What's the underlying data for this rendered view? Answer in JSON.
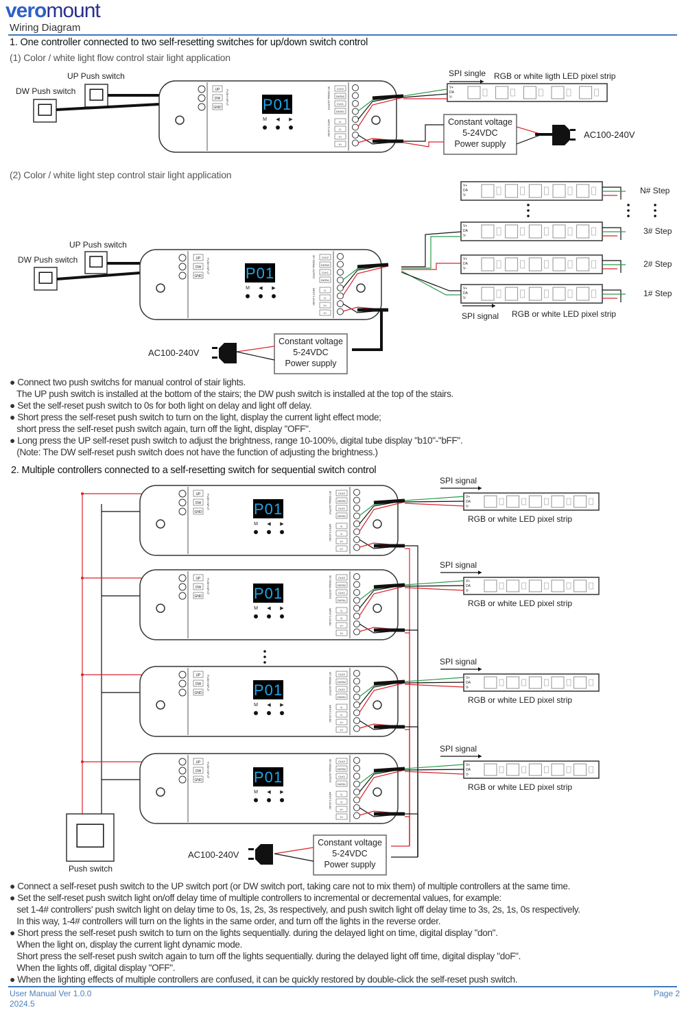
{
  "header": {
    "logo_part1": "vero",
    "logo_part2": "mount",
    "title": "Wiring Diagram"
  },
  "section1": {
    "title": "1. One controller connected to two self-resetting switches for up/down switch control",
    "sub1": {
      "title": "(1) Color / white light flow control stair light application",
      "up_switch": "UP Push switch",
      "dw_switch": "DW Push switch",
      "spi_label": "SPI single",
      "strip_label": "RGB or white ligth LED pixel strip",
      "psu": [
        "Constant voltage",
        "5-24VDC",
        "Power supply"
      ],
      "ac": "AC100-240V"
    },
    "sub2": {
      "title": "(2) Color / white light step control stair light application",
      "up_switch": "UP Push switch",
      "dw_switch": "DW Push switch",
      "steps": [
        "N# Step",
        "3# Step",
        "2# Step",
        "1# Step"
      ],
      "spi_label": "SPI signal",
      "strip_label": "RGB or white LED pixel strip",
      "psu": [
        "Constant voltage",
        "5-24VDC",
        "Power supply"
      ],
      "ac": "AC100-240V"
    },
    "notes": [
      "● Connect two push switchs for manual control of stair lights.",
      "   The UP push switch is installed at the bottom of the stairs; the DW push switch is installed at the top of the stairs.",
      "● Set the self-reset push switch to 0s for both light on delay and light off delay.",
      "● Short press the self-reset push switch to turn on the light, display the current light effect mode;",
      "   short press the self-reset push switch again, turn off the light, display \"OFF\".",
      "● Long press the UP self-reset push switch to adjust the brightness, range 10-100%, digital tube display \"b10\"-\"bFF\".",
      "   (Note: The DW self-reset push switch does not have the function of adjusting the brightness.)"
    ]
  },
  "section2": {
    "title": "2. Multiple controllers connected to a self-resetting switch for sequential switch control",
    "spi_label": "SPI signal",
    "strip_label": "RGB or white LED pixel strip",
    "push_switch": "Push switch",
    "psu": [
      "Constant voltage",
      "5-24VDC",
      "Power supply"
    ],
    "ac": "AC100-240V",
    "notes": [
      "● Connect a self-reset push switch to the UP switch port (or DW switch port, taking care not to mix them) of multiple controllers at the same time.",
      "● Set the self-reset push switch light on/off delay time of multiple controllers to incremental or decremental values, for example:",
      "   set 1-4# controllers' push switch light on delay time to 0s, 1s, 2s, 3s respectively, and push switch light off delay time to 3s, 2s, 1s, 0s respectively.",
      "   In this way, 1-4# controllers will turn on the lights in the same order, and turn off the lights in the reverse order.",
      "● Short press the self-reset push switch to turn on the lights sequentially. during the delayed light on time, digital display \"don\".",
      "   When the light on, display the current light dynamic mode.",
      "   Short press the self-reset push switch again to turn off the lights sequentially. during the delayed light off time, digital display \"doF\".",
      "   When the lights off, digital display \"OFF\".",
      "● When the lighting effects of multiple controllers are confused, it can be quickly restored by double-click the self-reset push switch."
    ]
  },
  "controller": {
    "display": "P01",
    "buttons": [
      "M",
      "◀",
      "▶"
    ],
    "push_ports": [
      "UP",
      "DW",
      "GND"
    ],
    "push_group": "PUSH INPUT",
    "spi_ports": [
      "CLK2",
      "DATA2",
      "CLK1",
      "DATA1"
    ],
    "spi_group": "SPI SIGNAL OUTPUT",
    "power_ports": [
      "V-",
      "V-",
      "V+",
      "V+"
    ],
    "power_group": "INPUT 5-24VDC"
  },
  "strip": {
    "pins": [
      "V+",
      "DA",
      "V-"
    ]
  },
  "footer": {
    "manual": "User Manual Ver 1.0.0",
    "date": "2024.5",
    "page": "Page 2"
  },
  "colors": {
    "accent": "#3d78b8",
    "display_bg": "#000000",
    "display_fg": "#1fa8e8",
    "wire_red": "#d8232a",
    "wire_green": "#2a9a4a"
  }
}
